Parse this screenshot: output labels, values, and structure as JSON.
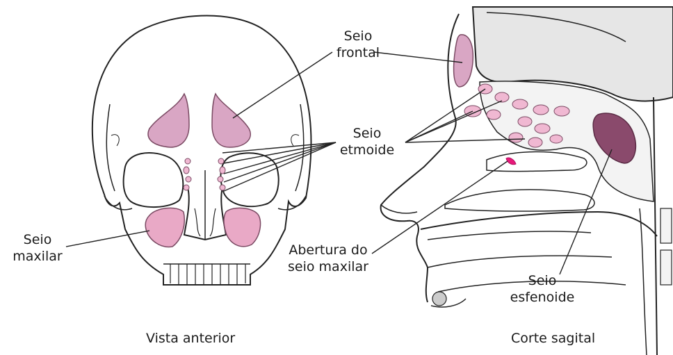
{
  "labels": {
    "seio_frontal": [
      "Seio",
      "frontal"
    ],
    "seio_etmoide": [
      "Seio",
      "etmoide"
    ],
    "seio_maxilar": [
      "Seio",
      "maxilar"
    ],
    "abertura": [
      "Abertura do",
      "seio maxilar"
    ],
    "seio_esfenoide": [
      "Seio",
      "esfenoide"
    ]
  },
  "captions": {
    "anterior": "Vista anterior",
    "sagital": "Corte sagital"
  },
  "colors": {
    "sinus_fill": "#d9a6c4",
    "sinus_dark": "#8a4a6c",
    "sinus_pink": "#e9b3cf",
    "opening": "#e8197a",
    "bone_gray": "#e6e6e6",
    "ink": "#222222"
  }
}
